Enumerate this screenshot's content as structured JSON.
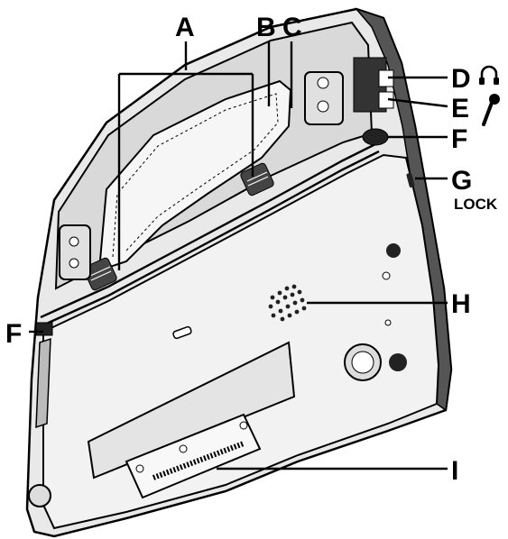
{
  "callouts": {
    "a": "A",
    "b": "B",
    "c": "C",
    "d": "D",
    "e": "E",
    "f_right": "F",
    "f_left": "F",
    "g": "G",
    "lock": "LOCK",
    "h": "H",
    "i": "I"
  },
  "icons": {
    "d": "headphones-icon",
    "e": "microphone-icon"
  }
}
